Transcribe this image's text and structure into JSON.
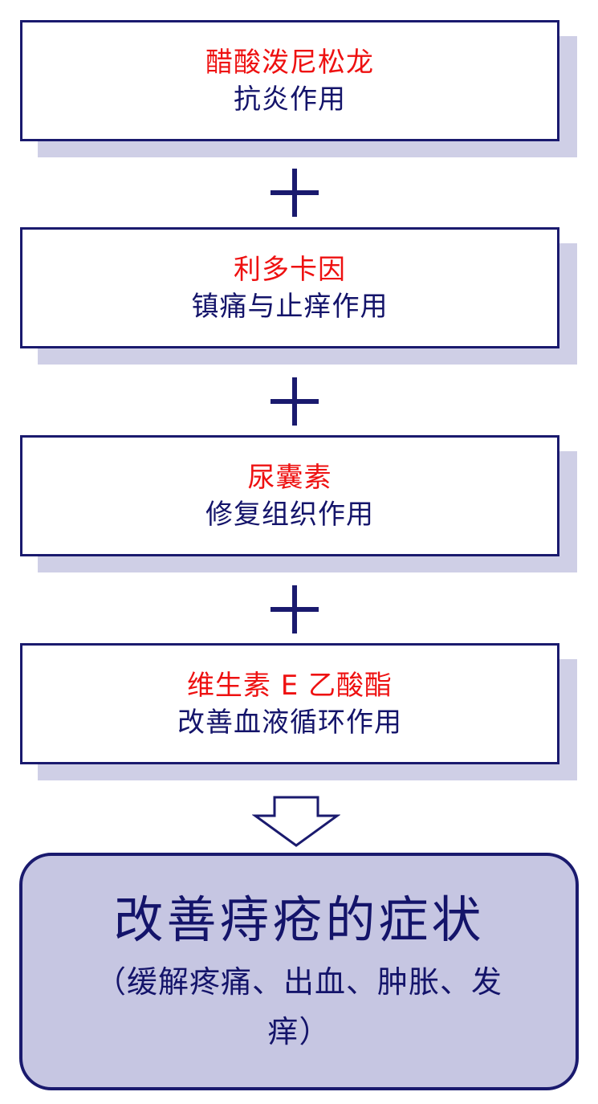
{
  "steps": [
    {
      "ingredient": "醋酸泼尼松龙",
      "effect": "抗炎作用"
    },
    {
      "ingredient": "利多卡因",
      "effect": "镇痛与止痒作用"
    },
    {
      "ingredient": "尿囊素",
      "effect": "修复组织作用"
    },
    {
      "ingredient": "维生素 E 乙酸酯",
      "effect": "改善血液循环作用"
    }
  ],
  "result": {
    "headline": "改善痔疮的症状",
    "detail": "（缓解疼痛、出血、肿胀、发痒）"
  },
  "colors": {
    "ingredient": "#ee1111",
    "text": "#14146a",
    "border": "#1a1a6e",
    "shadow": "#cfcfe6",
    "result_fill": "#c6c6e2"
  },
  "icons": {
    "connector": "plus-icon",
    "final": "down-arrow-icon"
  }
}
